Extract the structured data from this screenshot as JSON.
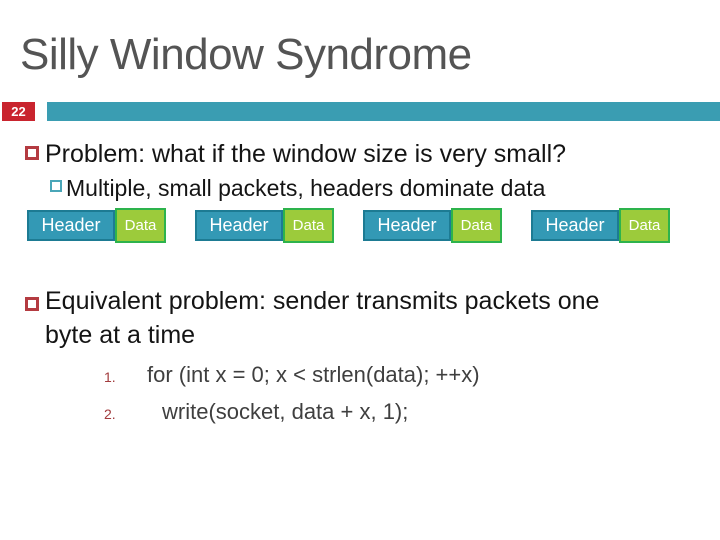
{
  "title": "Silly Window Syndrome",
  "slide_number": "22",
  "content": {
    "bullet1": "Problem: what if the window size is very small?",
    "sub_bullet1": "Multiple, small packets, headers dominate data",
    "bullet2": "Equivalent problem: sender transmits packets one byte at a time",
    "code_list": [
      {
        "num": "1.",
        "text": "for (int x = 0; x < strlen(data); ++x)"
      },
      {
        "num": "2.",
        "text": "write(socket, data + x, 1);"
      }
    ]
  },
  "packets": [
    {
      "header": "Header",
      "data": "Data"
    },
    {
      "header": "Header",
      "data": "Data"
    },
    {
      "header": "Header",
      "data": "Data"
    },
    {
      "header": "Header",
      "data": "Data"
    }
  ],
  "colors": {
    "accent-teal": "#3A9DB2",
    "header-fill": "#3399B5",
    "header-border": "#1D7B93",
    "data-fill": "#9CCB3B",
    "data-border": "#2DB34C",
    "slide-number-bg": "#C9242E",
    "bullet-red": "#B43B41",
    "sub-bullet-teal": "#4AA6B8",
    "number-red": "#A23B3D",
    "title-gray": "#545454",
    "body-text": "#141414",
    "code-text": "#3F3F3F"
  }
}
